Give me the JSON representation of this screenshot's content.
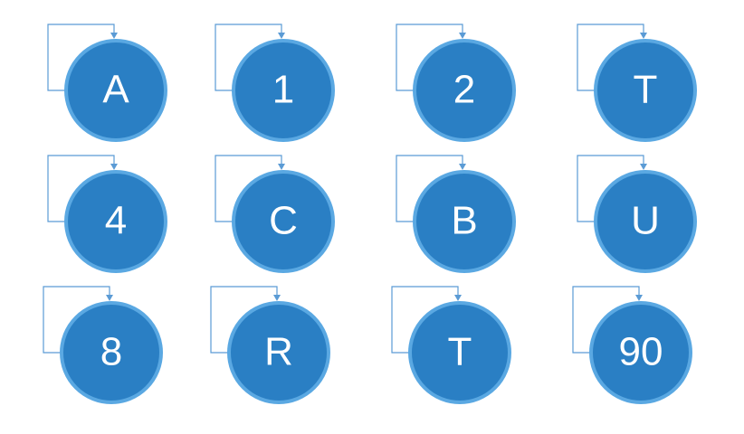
{
  "colors": {
    "node_fill": "#2a7fc4",
    "node_outline": "#5aa8e2",
    "loop_line": "#5b9bd5"
  },
  "nodes": [
    {
      "label": "A"
    },
    {
      "label": "1"
    },
    {
      "label": "2"
    },
    {
      "label": "T"
    },
    {
      "label": "4"
    },
    {
      "label": "C"
    },
    {
      "label": "B"
    },
    {
      "label": "U"
    },
    {
      "label": "8"
    },
    {
      "label": "R"
    },
    {
      "label": "T"
    },
    {
      "label": "90"
    }
  ]
}
